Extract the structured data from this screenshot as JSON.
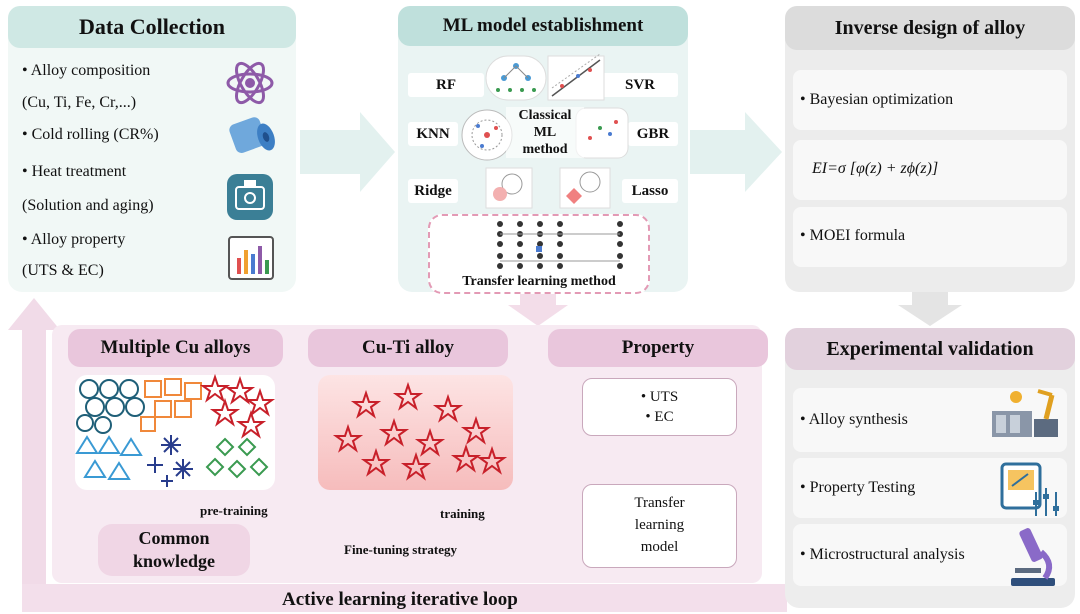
{
  "data_collection": {
    "title": "Data Collection",
    "items": [
      "• Alloy composition",
      "(Cu, Ti, Fe, Cr,...)",
      "• Cold rolling (CR%)",
      "• Heat treatment",
      "(Solution and aging)",
      "• Alloy property",
      "(UTS & EC)"
    ],
    "icons": [
      "atom-icon",
      "cylinder-roll-icon",
      "furnace-icon",
      "bar-chart-icon"
    ]
  },
  "ml_model": {
    "title": "ML model establishment",
    "models": [
      "RF",
      "SVR",
      "KNN",
      "GBR",
      "Ridge",
      "Lasso"
    ],
    "center_label": "Classical ML method",
    "center_lines": [
      "Classical",
      "ML",
      "method"
    ],
    "transfer_label": "Transfer learning method"
  },
  "inverse_design": {
    "title": "Inverse design of alloy",
    "items": [
      "• Bayesian optimization",
      "EI=σ [φ(z) + zϕ(z)]",
      "• MOEI formula"
    ]
  },
  "experimental": {
    "title": "Experimental validation",
    "items": [
      "• Alloy synthesis",
      "• Property Testing",
      "• Microstructural analysis"
    ]
  },
  "lower": {
    "multi_cu": "Multiple Cu alloys",
    "cu_ti": "Cu-Ti alloy",
    "property": "Property",
    "property_items": [
      "• UTS",
      "• EC"
    ],
    "pre_training": "pre-training",
    "training": "training",
    "common_knowledge": [
      "Common",
      "knowledge"
    ],
    "fine_tuning": "Fine-tuning strategy",
    "transfer_model": [
      "Transfer",
      "learning",
      "model"
    ],
    "loop_label": "Active learning iterative loop"
  },
  "colors": {
    "teal_header": "#cfe8e4",
    "pink_header": "#e9c6dc",
    "gray_header": "#dcdcdc",
    "circle_color": "#1f5f78",
    "square_color": "#f0883a",
    "star_color": "#c8202a",
    "star4_color": "#283c8c",
    "triangle_color": "#3a9ad4",
    "diamond_color": "#3a9a50"
  }
}
